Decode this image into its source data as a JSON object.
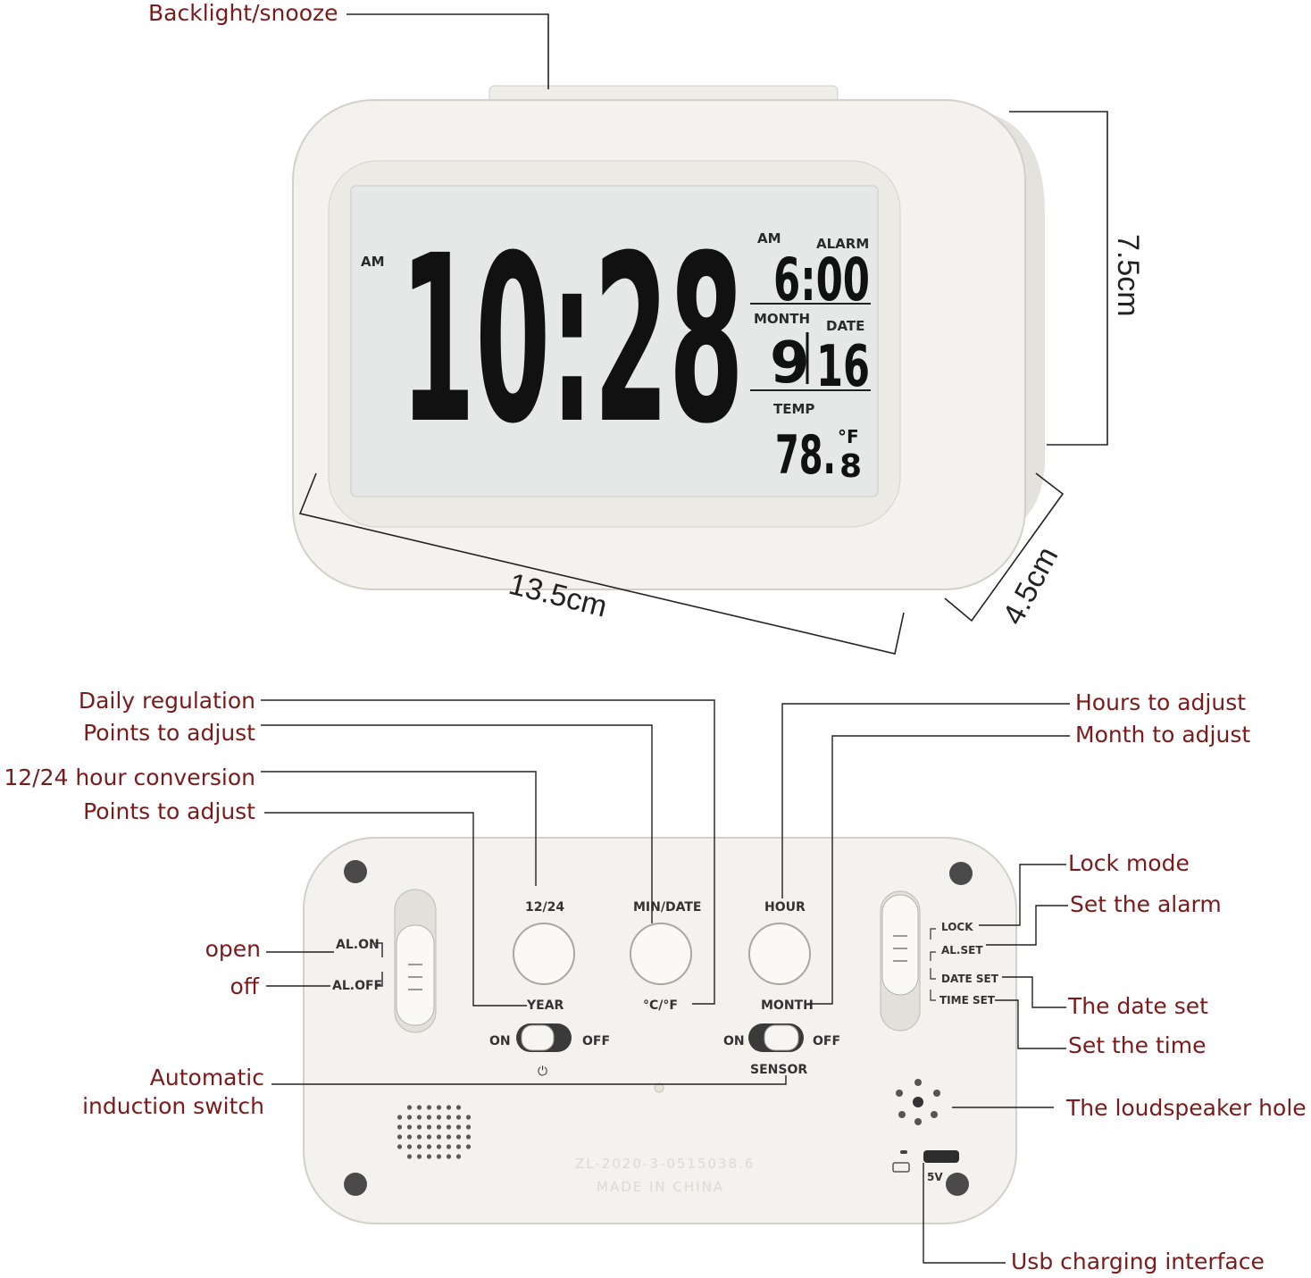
{
  "callouts": {
    "backlight": "Backlight/snooze",
    "daily_regulation": "Daily regulation",
    "points_adjust_1": "Points to adjust",
    "hour_conversion": "12/24 hour conversion",
    "points_adjust_2": "Points to adjust",
    "open": "open",
    "off": "off",
    "auto_induction_1": "Automatic",
    "auto_induction_2": "induction switch",
    "hours_adjust": "Hours to adjust",
    "month_adjust": "Month to adjust",
    "lock_mode": "Lock mode",
    "set_alarm": "Set the alarm",
    "date_set": "The date set",
    "set_time": "Set the time",
    "loudspeaker": "The loudspeaker hole",
    "usb": "Usb charging interface"
  },
  "dimensions": {
    "width": "13.5cm",
    "height": "7.5cm",
    "depth": "4.5cm"
  },
  "display": {
    "ampm": "AM",
    "time_main": "10:28",
    "alarm_ampm": "AM",
    "alarm_label": "ALARM",
    "alarm_time": "6:00",
    "month_label": "MONTH",
    "date_label": "DATE",
    "month_value": "9",
    "date_value": "16",
    "temp_label": "TEMP",
    "temp_value": "78.",
    "temp_decimal": "8",
    "temp_unit": "°F"
  },
  "back_panel": {
    "btn_1224": "12/24",
    "btn_min_date": "MIN/DATE",
    "btn_hour": "HOUR",
    "sub_year": "YEAR",
    "sub_cf": "°C/°F",
    "sub_month": "MONTH",
    "al_on": "AL.ON",
    "al_off": "AL.OFF",
    "sw_on_1": "ON",
    "sw_off_1": "OFF",
    "sw_on_2": "ON",
    "sw_off_2": "OFF",
    "sensor": "SENSOR",
    "lock": "LOCK",
    "al_set": "AL.SET",
    "date_set": "DATE SET",
    "time_set": "TIME SET",
    "usb_5v": "5V",
    "model_text": "ZL-2020-3-0515038.6",
    "made_in": "MADE IN CHINA"
  },
  "colors": {
    "callout_text": "#7b1a1a",
    "lcd_background": "#e6e8e8",
    "segments": "#111111",
    "case": "#f2f1ec"
  }
}
